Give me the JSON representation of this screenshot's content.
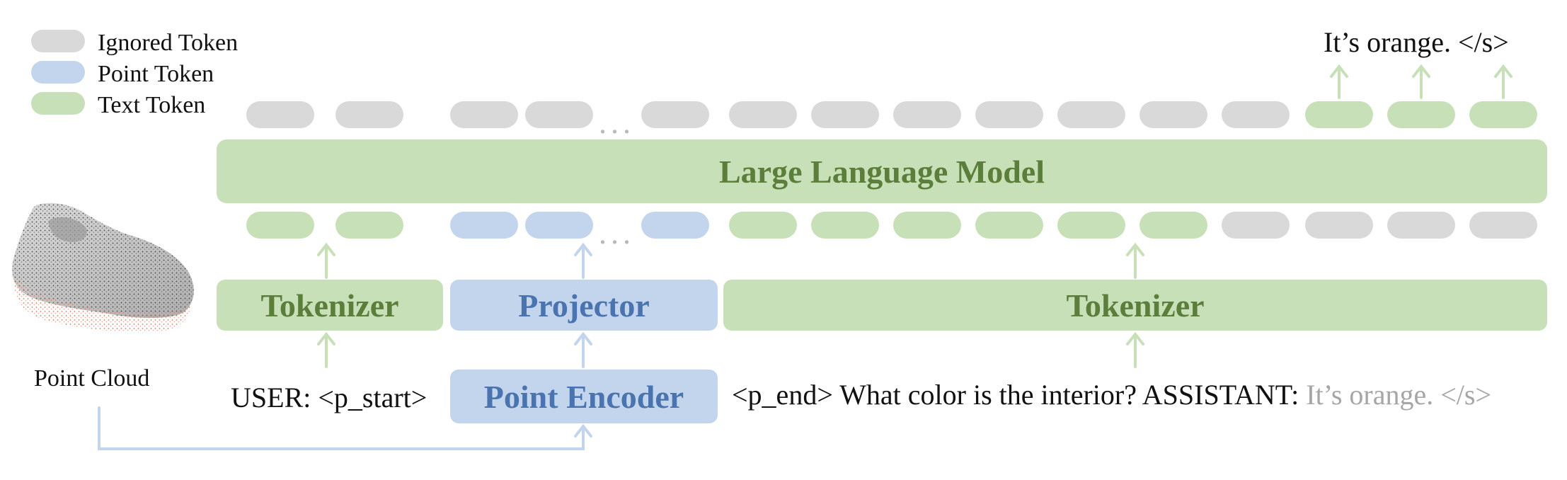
{
  "legend": {
    "ignored": "Ignored Token",
    "point": "Point Token",
    "text": "Text Token"
  },
  "output_text": "It’s orange. </s>",
  "llm_label": "Large Language Model",
  "tokenizer_left_label": "Tokenizer",
  "projector_label": "Projector",
  "tokenizer_right_label": "Tokenizer",
  "point_encoder_label": "Point Encoder",
  "point_cloud_label": "Point Cloud",
  "input": {
    "user_prefix": "USER: <p_start>",
    "question": "<p_end> What color is the interior? ASSISTANT:",
    "answer": "It’s orange. </s>"
  },
  "ellipsis": "...",
  "colors": {
    "ignored": "#d9d9d9",
    "text_token": "#c8e0b8",
    "point_token": "#c3d5ec",
    "green_text": "#5b7f3a",
    "blue_text": "#4a74b0"
  }
}
